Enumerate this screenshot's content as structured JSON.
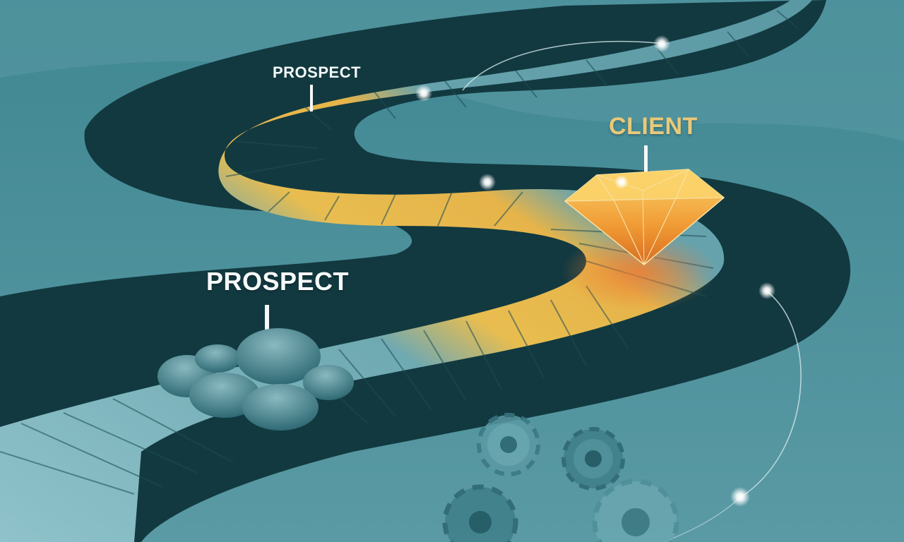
{
  "labels": {
    "prospect_top": "PROSPECT",
    "prospect_mid": "PROSPECT",
    "client": "CLIENT"
  },
  "colors": {
    "background": "#4a8d98",
    "path_shadow": "#123940",
    "plank_teal": "#5fa0ab",
    "plank_gold": "#e2b84a",
    "gem": "#f0a63a",
    "client_label": "#e9c979"
  },
  "icons": [
    "stones-icon",
    "diamond-icon",
    "gears-icon",
    "glow-dot-icon"
  ]
}
